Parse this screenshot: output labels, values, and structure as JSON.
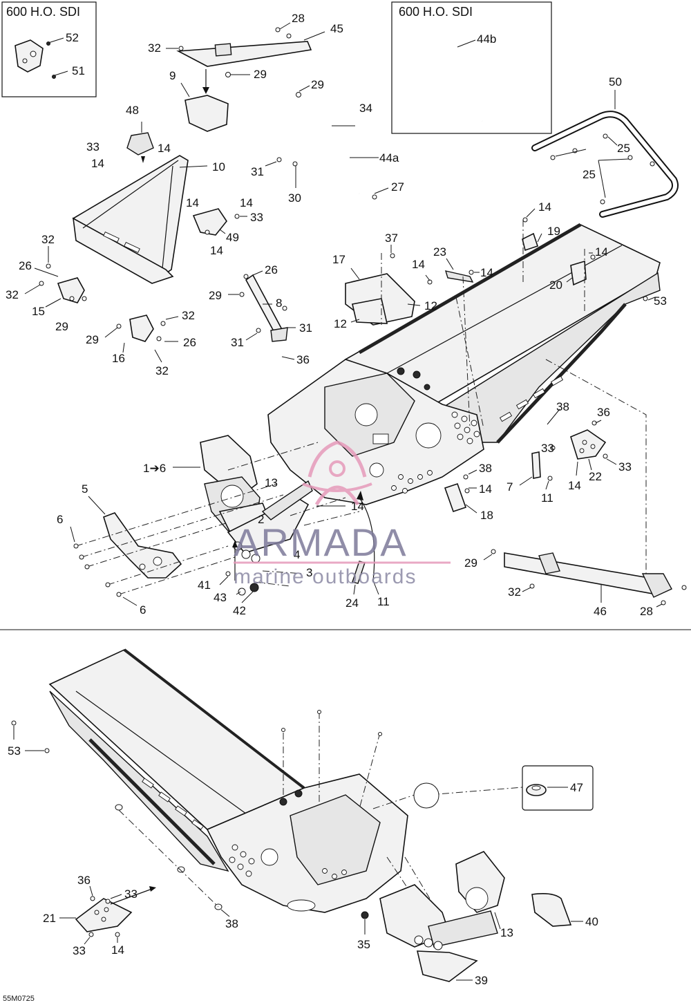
{
  "boxes": {
    "box_left_title": "600 H.O. SDI",
    "box_right_title": "600 H.O. SDI"
  },
  "callouts": {
    "c52": "52",
    "c51": "51",
    "c28a": "28",
    "c45": "45",
    "c32a": "32",
    "c29a": "29",
    "c9": "9",
    "c44b": "44b",
    "c29b": "29",
    "c34": "34",
    "c44a": "44a",
    "c31a": "31",
    "c30": "30",
    "c27": "27",
    "c50": "50",
    "c25a": "25",
    "c25b": "25",
    "c48": "48",
    "c33a": "33",
    "c14a": "14",
    "c14b": "14",
    "c10": "10",
    "c14c": "14",
    "c14d": "14",
    "c33b": "33",
    "c49": "49",
    "c14e": "14",
    "c32b": "32",
    "c26a": "26",
    "c32c": "32",
    "c15": "15",
    "c29c": "29",
    "c26b": "26",
    "c29d": "29",
    "c8": "8",
    "c31b": "31",
    "c31c": "31",
    "c36a": "36",
    "c32d": "32",
    "c29e": "29",
    "c26c": "26",
    "c16": "16",
    "c32e": "32",
    "c37": "37",
    "c17": "17",
    "c23": "23",
    "c14f": "14",
    "c14g": "14",
    "c12a": "12",
    "c12b": "12",
    "c14h": "14",
    "c19": "19",
    "c14i": "14",
    "c20": "20",
    "c53a": "53",
    "c1to6": "1➔6",
    "c5": "5",
    "c13a": "13",
    "c2": "2",
    "c14j": "14",
    "c6a": "6",
    "c6b": "6",
    "c4": "4",
    "c3": "3",
    "c41": "41",
    "c43": "43",
    "c42": "42",
    "c24": "24",
    "c11a": "11",
    "c38a": "38",
    "c36b": "36",
    "c33c": "33",
    "c33d": "33",
    "c22": "22",
    "c14k": "14",
    "c38b": "38",
    "c14l": "14",
    "c7": "7",
    "c11b": "11",
    "c18": "18",
    "c29f": "29",
    "c32f": "32",
    "c46": "46",
    "c28b": "28",
    "c53b": "53",
    "c47": "47",
    "c36c": "36",
    "c33e": "33",
    "c21": "21",
    "c33f": "33",
    "c14m": "14",
    "c38c": "38",
    "c35": "35",
    "c13b": "13",
    "c40": "40",
    "c39": "39"
  },
  "watermark": {
    "brand": "ARMADA",
    "tagline": "marine outboards"
  },
  "drawing_code": "55M0725"
}
